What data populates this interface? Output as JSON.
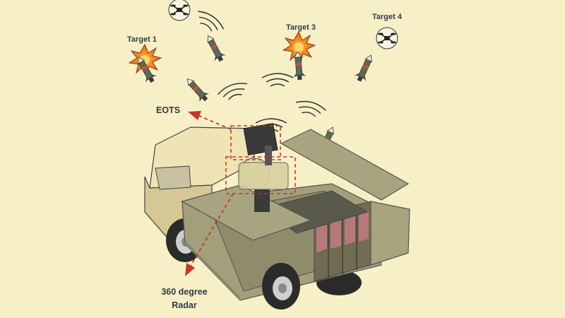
{
  "labels": {
    "target_1": "Target 1",
    "target_3": "Target 3",
    "target_4": "Target 4",
    "eots": "EOTS",
    "radar_line1": "360 degree",
    "radar_line2": "Radar"
  },
  "colors": {
    "background": "#f7f0c6",
    "vehicle_body": "#a29f7a",
    "vehicle_dark": "#6f6c52",
    "cab": "#efe4b3",
    "arrow": "#c8342d",
    "label_text": "#2f3d4a",
    "explosion": "#f08a1f"
  }
}
